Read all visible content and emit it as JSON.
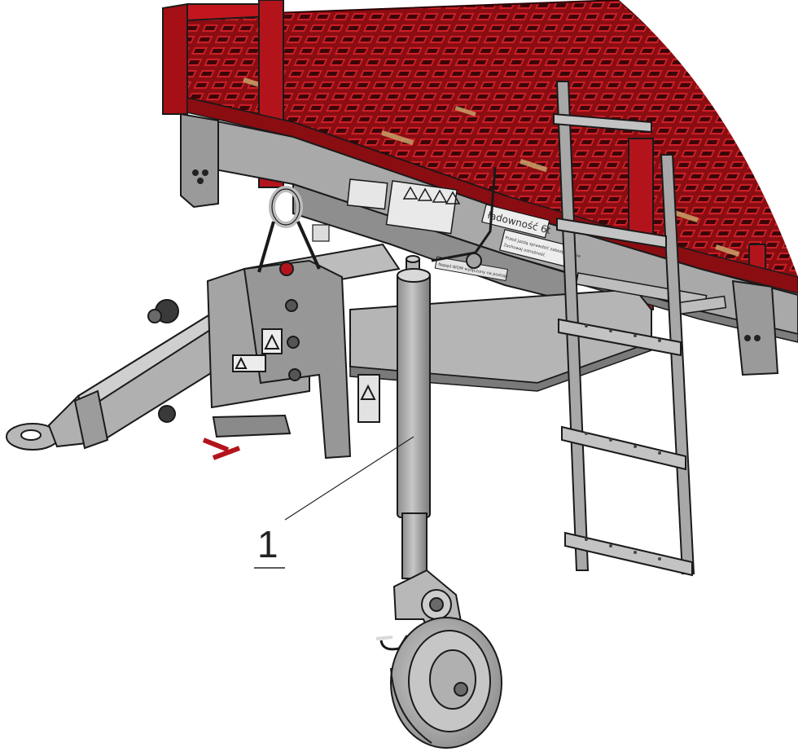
{
  "callout": {
    "number": "1",
    "target": "jack-stand"
  },
  "decals": {
    "capacity_text": "ładowność 6t",
    "warning_text_1": "Przed jazdą sprawdzić zabezpieczenie",
    "warning_text_2": "Zachowaj ostrożność",
    "tow_text": "Napęd WOM wyłączony na postoju"
  },
  "colors": {
    "frame_red": "#b3141c",
    "frame_dark_red": "#6e0a0e",
    "steel_gray": "#9c9c9c",
    "steel_dark": "#5f5f5f",
    "outline": "#1a1a1a",
    "wood": "#c8a26a"
  }
}
